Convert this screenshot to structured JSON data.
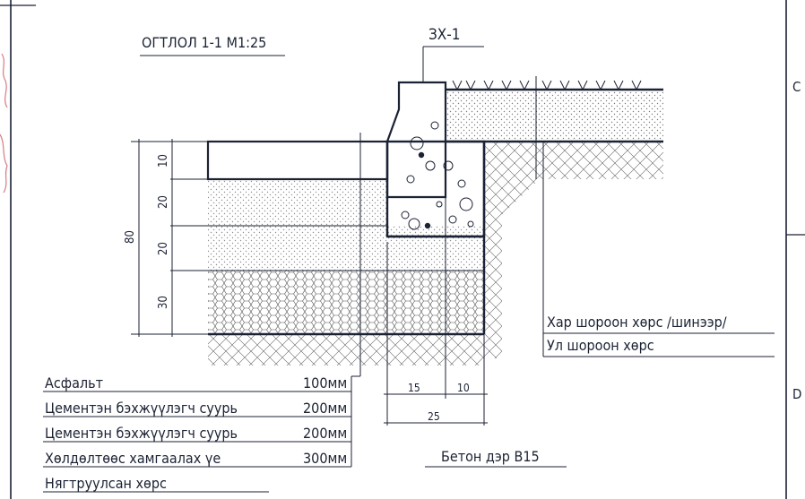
{
  "drawing": {
    "section_title": "ОГТЛОЛ 1-1 М1:25",
    "curb_mark": "ЗХ-1",
    "grid_labels": [
      "C",
      "D"
    ]
  },
  "dimensions": {
    "layers": [
      "10",
      "20",
      "20",
      "30"
    ],
    "total": "80",
    "curb_parts": [
      "15",
      "10"
    ],
    "curb_total": "25"
  },
  "legend_left": [
    {
      "name": "Асфальт",
      "thickness": "100мм"
    },
    {
      "name": "Цементэн бэхжүүлэгч суурь",
      "thickness": "200мм"
    },
    {
      "name": "Цементэн бэхжүүлэгч суурь",
      "thickness": "200мм"
    },
    {
      "name": "Хөлдөлтөөс хамгаалах үе",
      "thickness": "300мм"
    },
    {
      "name": "Нягтруулсан хөрс",
      "thickness": ""
    }
  ],
  "legend_right": [
    "Хар шороон хөрс /шинээр/",
    "Ул шороон хөрс"
  ],
  "concrete_label": "Бетон дэр В15"
}
